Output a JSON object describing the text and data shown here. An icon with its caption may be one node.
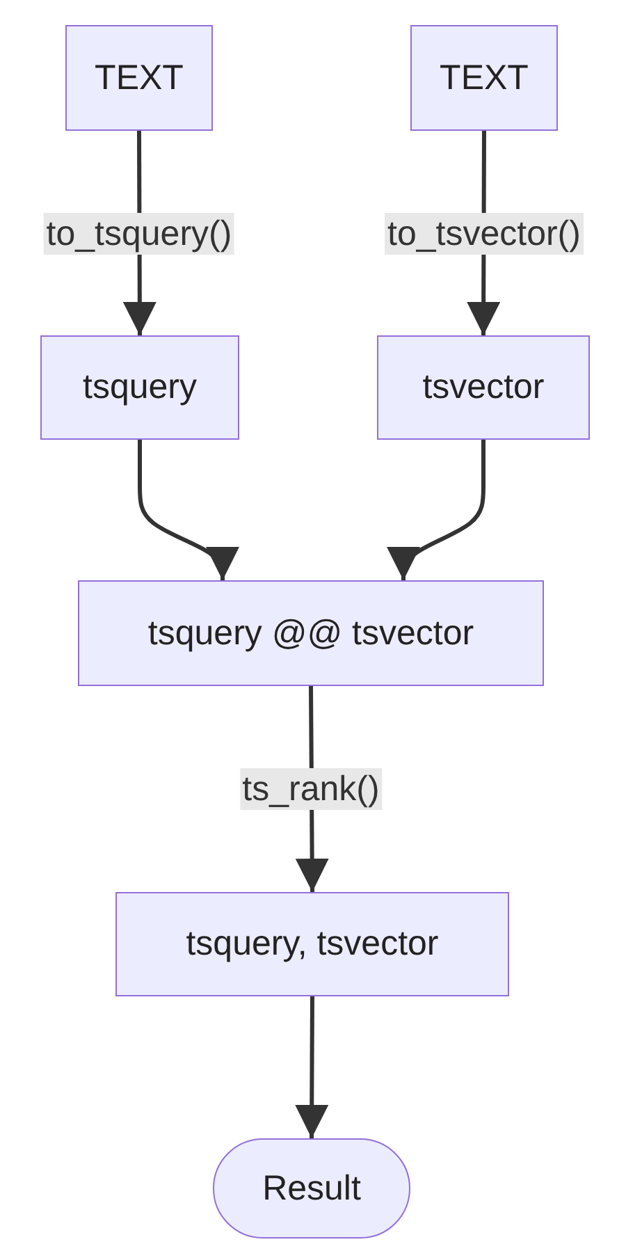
{
  "diagram": {
    "nodes": [
      {
        "text": [
          "TEXT"
        ]
      },
      {
        "text": [
          "TEXT"
        ]
      },
      {
        "text": [
          "tsquery"
        ]
      },
      {
        "text": [
          "tsvector"
        ]
      },
      {
        "text": [
          "tsquery @@ tsvector"
        ]
      },
      {
        "text": [
          "tsquery, tsvector"
        ]
      },
      {
        "text": [
          "Result"
        ]
      }
    ],
    "edges": [
      {
        "from": 0,
        "to": 2,
        "arrow": "to",
        "label": "to_tsquery()"
      },
      {
        "from": 1,
        "to": 3,
        "arrow": "to",
        "label": "to_tsvector()"
      },
      {
        "from": 2,
        "to": 4,
        "arrow": "to"
      },
      {
        "from": 3,
        "to": 4,
        "arrow": "to"
      },
      {
        "from": 4,
        "to": 5,
        "arrow": "to",
        "label": "ts_rank()"
      },
      {
        "from": 5,
        "to": 6,
        "arrow": "to"
      }
    ]
  }
}
